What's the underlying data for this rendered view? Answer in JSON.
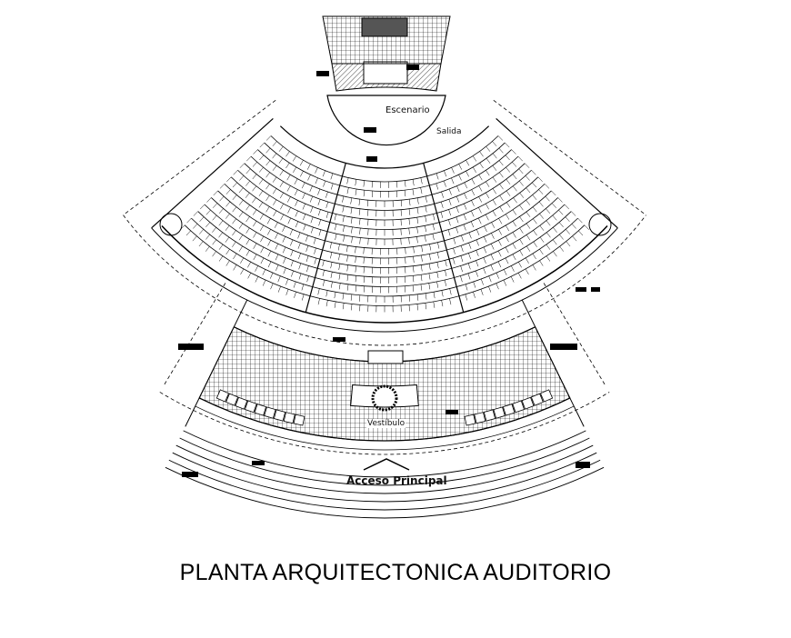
{
  "drawing": {
    "title": "PLANTA ARQUITECTONICA AUDITORIO",
    "labels": {
      "stage": "Escenario",
      "exit": "Salida",
      "lobby": "Vestíbulo",
      "main_access": "Acceso Principal"
    }
  },
  "colors": {
    "line": "#000000",
    "background": "#ffffff"
  }
}
